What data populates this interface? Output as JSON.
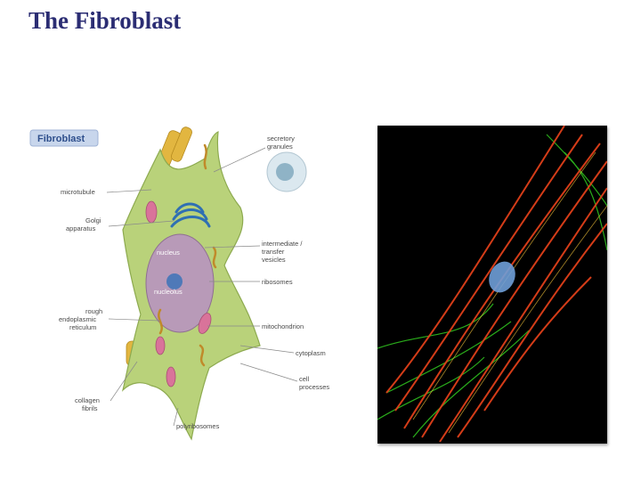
{
  "slide": {
    "title": "The Fibroblast"
  },
  "diagram": {
    "badge": "Fibroblast",
    "labels": {
      "secretory_granules": [
        "secretory",
        "granules"
      ],
      "microtubule": [
        "microtubule"
      ],
      "golgi": [
        "Golgi",
        "apparatus"
      ],
      "nucleus": [
        "nucleus"
      ],
      "nucleolus": [
        "nucleolus"
      ],
      "intermediate": [
        "intermediate /",
        "transfer",
        "vesicles"
      ],
      "ribosomes": [
        "ribosomes"
      ],
      "rough_er": [
        "rough",
        "endoplasmic",
        "reticulum"
      ],
      "mitochondrion": [
        "mitochondrion"
      ],
      "cytoplasm": [
        "cytoplasm"
      ],
      "cell_processes": [
        "cell",
        "processes"
      ],
      "collagen": [
        "collagen",
        "fibrils"
      ],
      "polyribosomes": [
        "polyribosomes"
      ]
    }
  },
  "colors": {
    "title": "#2b2d73",
    "cell_body": "#b9d27a",
    "nucleus": "#b89ab8",
    "golgi": "#2f6fb3",
    "mitochondria": "#d9739a",
    "collagen": "#e2b640",
    "micrograph_actin": "#e0401a",
    "micrograph_tubulin": "#2fbf1f",
    "micrograph_nucleus": "#6f9ed8"
  }
}
